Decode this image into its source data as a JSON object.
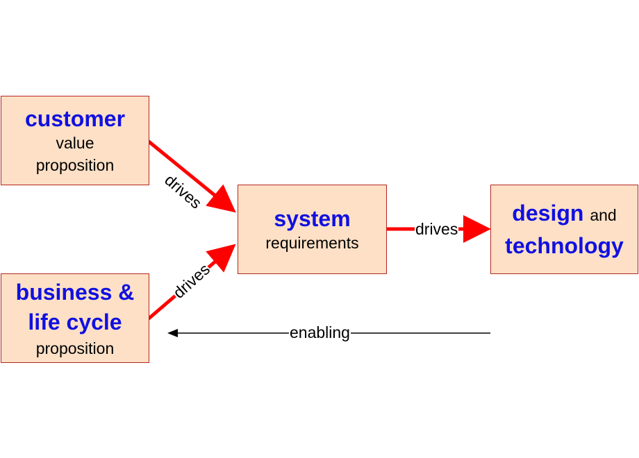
{
  "nodes": {
    "customer": {
      "keyword": "customer",
      "line1": "value",
      "line2": "proposition"
    },
    "business": {
      "keyword1": "business &",
      "keyword2": "life cycle",
      "line1": "proposition"
    },
    "system": {
      "keyword": "system",
      "line1": "requirements"
    },
    "design": {
      "keyword1": "design",
      "connector": "and",
      "keyword2": "technology"
    }
  },
  "edges": {
    "customer_to_system": "drives",
    "business_to_system": "drives",
    "system_to_design": "drives",
    "design_to_business": "enabling"
  },
  "colors": {
    "box_fill": "#fde0c6",
    "box_border": "#b5261e",
    "keyword": "#1010e0",
    "drives_arrow": "#ff0000",
    "enabling_arrow": "#000000"
  }
}
